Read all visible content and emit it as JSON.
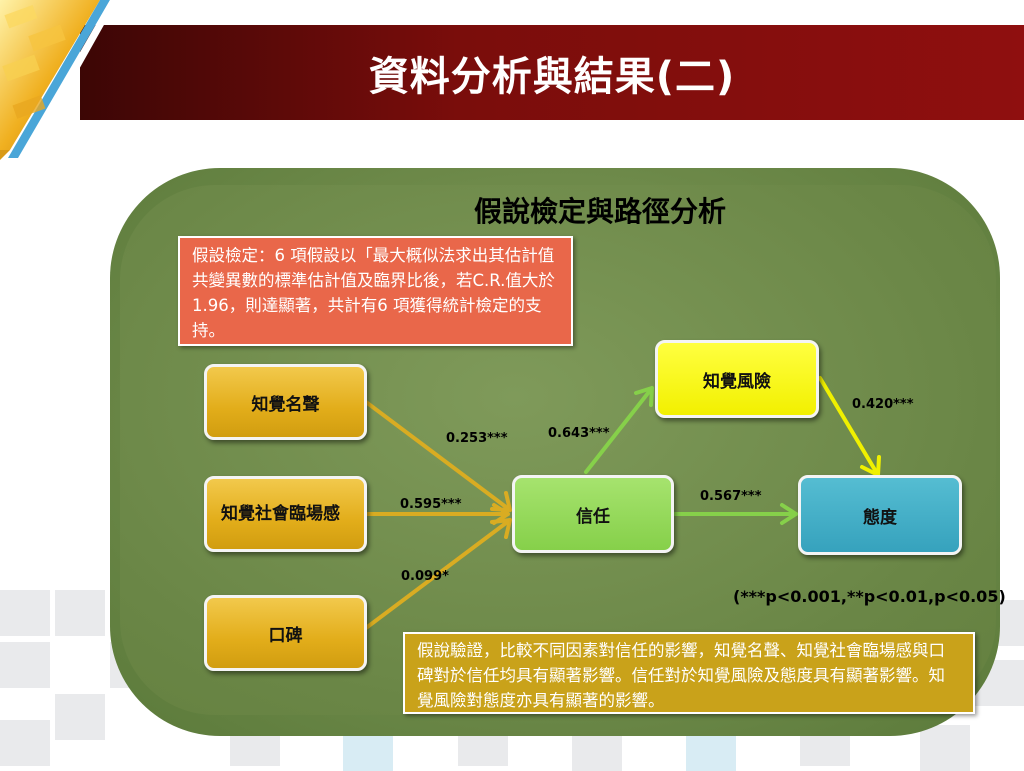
{
  "title": "資料分析與結果(二)",
  "subtitle": "假說檢定與路徑分析",
  "note_top": "假設檢定：6 項假設以「最大概似法求出其估計值共變異數的標準估計值及臨界比後，若C.R.值大於1.96，則達顯著，共計有6 項獲得統計檢定的支持。",
  "note_bottom": "假說驗證，比較不同因素對信任的影響，知覺名聲、知覺社會臨場感與口碑對於信任均具有顯著影響。信任對於知覺風險及態度具有顯著影響。知覺風險對態度亦具有顯著的影響。",
  "nodes": {
    "reputation": "知覺名聲",
    "presence": "知覺社會臨場感",
    "wom": "口碑",
    "trust": "信任",
    "risk": "知覺風險",
    "attitude": "態度"
  },
  "paths": {
    "reputation_trust": "0.253***",
    "presence_trust": "0.595***",
    "wom_trust": "0.099*",
    "trust_risk": "0.643***",
    "trust_attitude": "0.567***",
    "risk_attitude": "0.420***"
  },
  "significance_note": "(***p<0.001,**p<0.01,p<0.05)",
  "colors": {
    "banner": "#8f0f0f",
    "panel": "#6e8a4a",
    "note_top": "#e9674a",
    "note_bottom": "#c9a21a",
    "node_gold": "#e2ad1a",
    "node_yellow": "#f2f000",
    "node_green": "#86d04a",
    "node_teal": "#36a2bd",
    "arrow_gold": "#d9ac22",
    "arrow_green": "#86d04a",
    "arrow_yellow": "#f0f000"
  }
}
